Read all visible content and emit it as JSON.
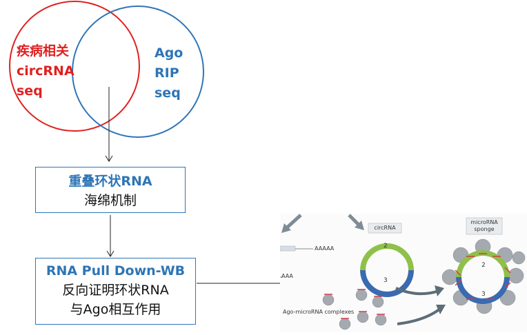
{
  "venn": {
    "left_lines": [
      "疾病相关",
      "circRNA",
      "seq"
    ],
    "right_lines": [
      "Ago",
      "RIP",
      "seq"
    ]
  },
  "box1": {
    "line1": "重叠环状RNA",
    "line2": "海绵机制"
  },
  "box2": {
    "line1": "RNA Pull Down-WB",
    "line2": "反向证明环状RNA",
    "line3": "与Ago相互作用"
  },
  "figure": {
    "circrna_label": "circRNA",
    "sponge_label_1": "microRNA",
    "sponge_label_2": "sponge",
    "polya_label": "AAAAA",
    "polya_label_2": "AAA",
    "complex_label": "Ago-microRNA complexes",
    "num_2": "2",
    "num_3": "3"
  },
  "colors": {
    "red": "#e02020",
    "blue": "#2e75b6",
    "green": "#8fc04a",
    "dark_blue": "#3a6ab0"
  }
}
